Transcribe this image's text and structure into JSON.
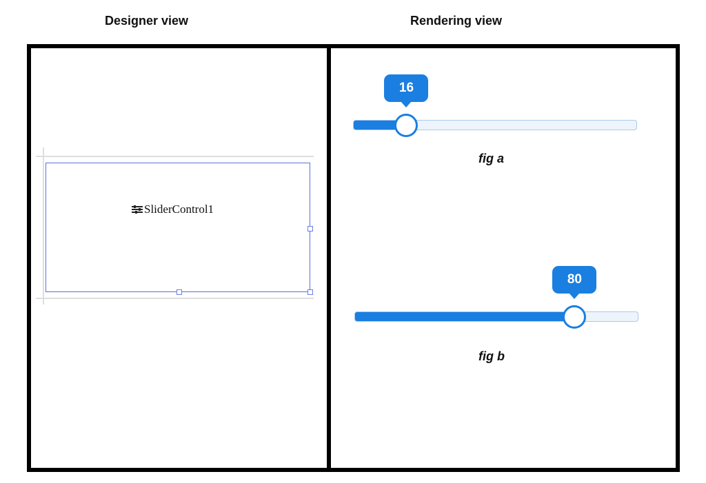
{
  "headings": {
    "designer": "Designer view",
    "rendering": "Rendering view"
  },
  "designer": {
    "control_icon": "slider-control-icon",
    "control_label": "SliderControl1"
  },
  "sliders": [
    {
      "id": "a",
      "value": 16,
      "min": 0,
      "max": 100,
      "caption": "fig a"
    },
    {
      "id": "b",
      "value": 80,
      "min": 0,
      "max": 100,
      "caption": "fig b"
    }
  ],
  "colors": {
    "accent": "#1a7fe0",
    "track_border": "#a9c8ee",
    "track_background": "#eef4fb",
    "selection": "#5a6ed8"
  }
}
